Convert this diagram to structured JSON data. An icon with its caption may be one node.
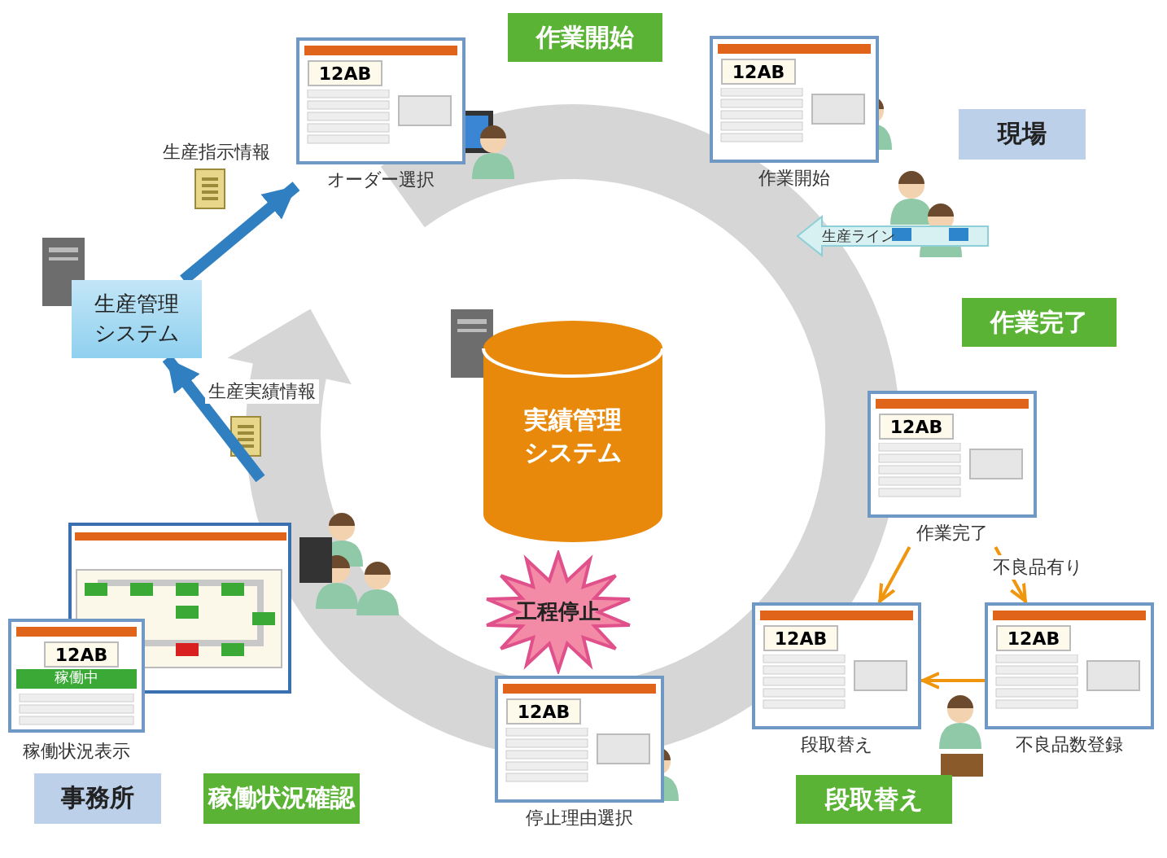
{
  "diagram": {
    "nodes": [
      {
        "text": [
          "作業開始"
        ]
      },
      {
        "text": [
          "12AB"
        ],
        "beside": [
          "オーダー選択"
        ]
      },
      {
        "text": [
          "12AB"
        ],
        "beside": [
          "作業開始"
        ]
      },
      {
        "text": [
          "現場"
        ]
      },
      {
        "text": [
          "生産管理システム"
        ]
      },
      {
        "text": [
          "作業完了"
        ]
      },
      {
        "text": [
          "実績管理システム"
        ]
      },
      {
        "text": [
          "12AB"
        ],
        "beside": [
          "作業完了"
        ]
      },
      {
        "text": [
          "工程停止"
        ]
      },
      {
        "text": [
          "12AB",
          "稼働中"
        ],
        "beside": [
          "稼働状況表示"
        ]
      },
      {
        "text": [
          "12AB"
        ],
        "beside": [
          "段取替え"
        ]
      },
      {
        "text": [
          "12AB"
        ],
        "beside": [
          "不良品数登録"
        ]
      },
      {
        "text": [
          "12AB"
        ],
        "beside": [
          "停止理由選択"
        ]
      },
      {
        "text": [
          "事務所"
        ]
      },
      {
        "text": [
          "稼働状況確認"
        ]
      },
      {
        "text": [
          "段取替え"
        ]
      }
    ],
    "edges": [
      {
        "from": 4,
        "to": 1,
        "arrow": "to",
        "label": "生産指示情報",
        "style": "thick",
        "color": "#2f7fc1"
      },
      {
        "from": null,
        "to": 4,
        "arrow": "to",
        "label": "生産実績情報",
        "style": "thick",
        "color": "#2f7fc1"
      },
      {
        "from": 7,
        "to": 10,
        "arrow": "to",
        "color": "#f0960e"
      },
      {
        "from": 7,
        "to": 11,
        "arrow": "to",
        "label": "不良品有り",
        "color": "#f0960e"
      },
      {
        "from": 11,
        "to": 10,
        "arrow": "to",
        "color": "#f0960e"
      }
    ],
    "labels": [
      "生産ライン"
    ]
  }
}
